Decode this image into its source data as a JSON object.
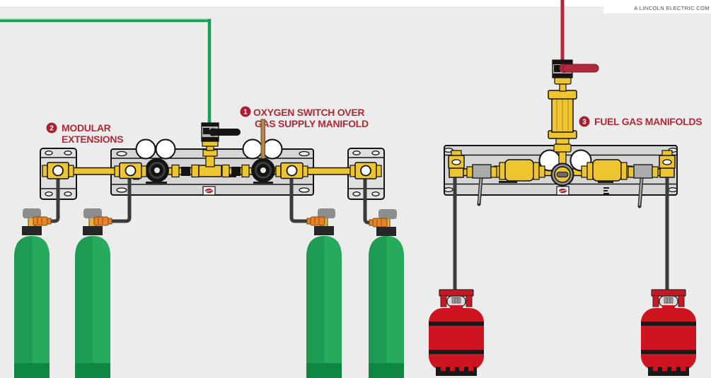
{
  "page": {
    "background": "#ececec",
    "top_strip": "#ffffff"
  },
  "header": {
    "brand_text": "A LINCOLN ELECTRIC COM"
  },
  "callouts": {
    "oxygen_manifold": {
      "number": "1",
      "line1": "OXYGEN SWITCH OVER",
      "line2": "GAS SUPPLY MANIFOLD"
    },
    "modular_extensions": {
      "number": "2",
      "line1": "MODULAR",
      "line2": "EXTENSIONS"
    },
    "fuel_manifolds": {
      "number": "3",
      "line1": "FUEL GAS MANIFOLDS"
    }
  },
  "colors": {
    "callout_text": "#b22837",
    "callout_badge": "#a8212e",
    "oxygen_supply_line": "#18a052",
    "fuel_supply_line": "#b02a3c",
    "pipe_yellow": "#eec42f",
    "panel_gray": "#d6d6d6",
    "cylinder_green_dark": "#1e9b52",
    "cylinder_green_light": "#26aa5d",
    "cylinder_base_green": "#0f8743",
    "tank_red": "#ce1420",
    "hose_gray": "#3b3b3b",
    "regulator_black": "#141414",
    "gauge_face": "#ffffff",
    "logo_red": "#b41f2e",
    "connector_orange": "#e8832a"
  },
  "equipment_counts": {
    "oxygen_cylinders": 4,
    "fuel_gas_tanks": 2,
    "modular_extensions": 2
  }
}
